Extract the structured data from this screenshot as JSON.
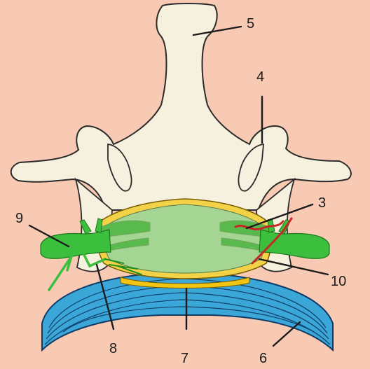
{
  "diagram": {
    "colors": {
      "background": "#f8c9b3",
      "bone": "#f6f1de",
      "bone_outline": "#2b2b2b",
      "disc": "#3aa7d8",
      "disc_lines": "#123f6b",
      "spinal_cord": "#9fd090",
      "nerve": "#3cbf3c",
      "dura": "#e8c21a",
      "artery": "#c62828"
    },
    "labels": [
      {
        "id": "3",
        "text": "3"
      },
      {
        "id": "4",
        "text": "4"
      },
      {
        "id": "5",
        "text": "5"
      },
      {
        "id": "6",
        "text": "6"
      },
      {
        "id": "7",
        "text": "7"
      },
      {
        "id": "8",
        "text": "8"
      },
      {
        "id": "9",
        "text": "9"
      },
      {
        "id": "10",
        "text": "10"
      }
    ]
  }
}
